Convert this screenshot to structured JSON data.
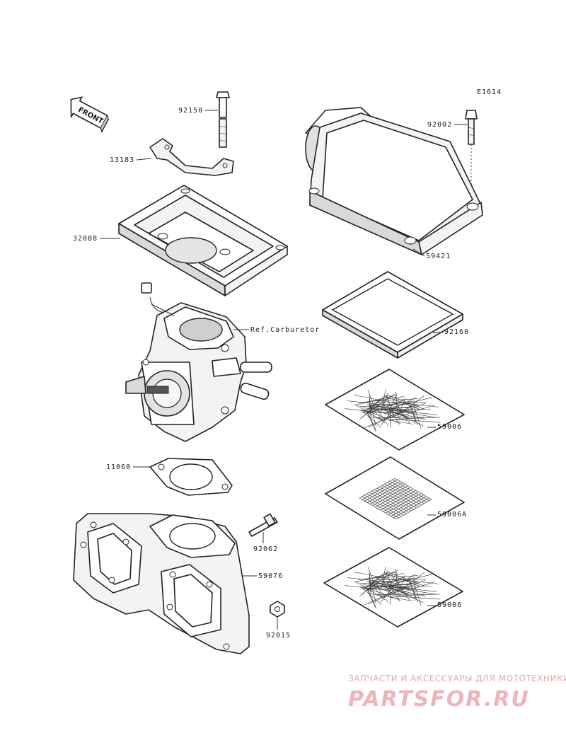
{
  "diagram_code": "E1614",
  "front_label": "FRONT",
  "parts": [
    {
      "id": "92150",
      "label": "92150"
    },
    {
      "id": "13183",
      "label": "13183"
    },
    {
      "id": "32088",
      "label": "32088"
    },
    {
      "id": "ref-carburetor",
      "label": "Ref.Carburetor"
    },
    {
      "id": "11060",
      "label": "11060"
    },
    {
      "id": "59076",
      "label": "59076"
    },
    {
      "id": "92062",
      "label": "92062"
    },
    {
      "id": "92015",
      "label": "92015"
    },
    {
      "id": "92002",
      "label": "92002"
    },
    {
      "id": "59421",
      "label": "59421"
    },
    {
      "id": "92160",
      "label": "92160"
    },
    {
      "id": "59006-a",
      "label": "59006"
    },
    {
      "id": "59006A",
      "label": "59006A"
    },
    {
      "id": "59006-b",
      "label": "59006"
    }
  ],
  "watermark": {
    "tagline": "ЗАПЧАСТИ И АКСЕССУАРЫ ДЛЯ МОТОТЕХНИКИ",
    "brand": "PARTSFOR.RU"
  }
}
